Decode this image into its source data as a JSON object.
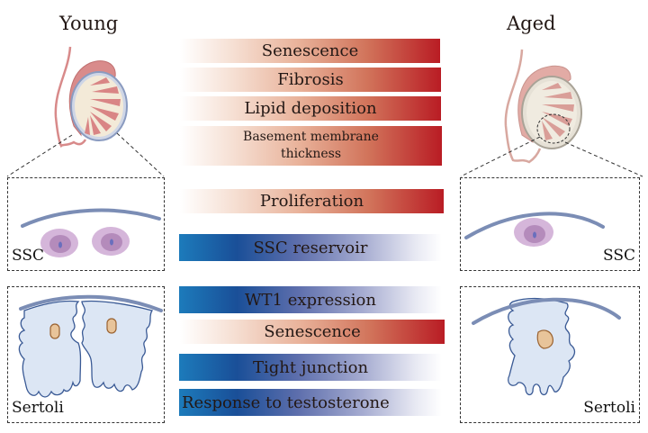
{
  "headers": {
    "young": "Young",
    "aged": "Aged"
  },
  "panels": {
    "young_ssc_label": "SSC",
    "aged_ssc_label": "SSC",
    "young_sertoli_label": "Sertoli",
    "aged_sertoli_label": "Sertoli"
  },
  "bars": [
    {
      "label": "Senescence",
      "trend": "increase",
      "color": "red"
    },
    {
      "label": "Fibrosis",
      "trend": "increase",
      "color": "red"
    },
    {
      "label": "Lipid deposition",
      "trend": "increase",
      "color": "red"
    },
    {
      "label": "Basement membrane thickness",
      "line1": "Basement membrane",
      "line2": "thickness",
      "trend": "increase",
      "color": "red"
    },
    {
      "label": "Proliferation",
      "trend": "increase",
      "color": "red"
    },
    {
      "label": "SSC reservoir",
      "trend": "decrease",
      "color": "blue"
    },
    {
      "label": "WT1 expression",
      "trend": "decrease",
      "color": "blue"
    },
    {
      "label": "Senescence",
      "trend": "increase",
      "color": "red"
    },
    {
      "label": "Tight junction",
      "trend": "decrease",
      "color": "blue"
    },
    {
      "label": "Response to testosterone",
      "trend": "decrease",
      "color": "blue"
    }
  ],
  "colors": {
    "increase": "#b91c24",
    "decrease": "#1a4f98",
    "membrane": "#7b8db5",
    "ssc_cell": "#c9a3cc",
    "sertoli_fill": "#dce6f4",
    "sertoli_outline": "#3a5a95",
    "nucleus": "#e8c49a"
  }
}
